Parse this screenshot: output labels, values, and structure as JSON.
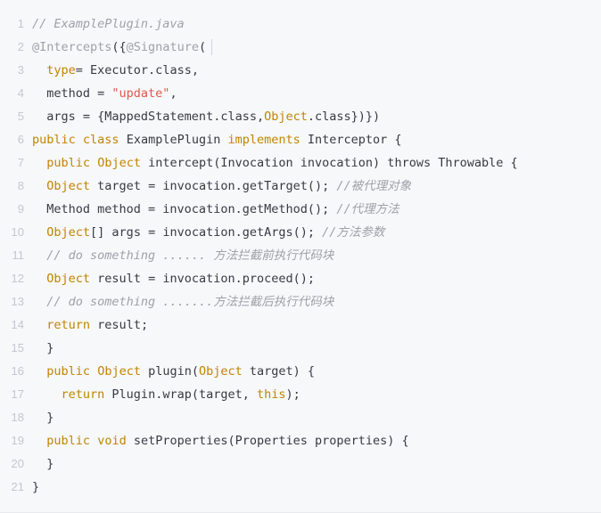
{
  "editor": {
    "language": "java",
    "colors": {
      "background": "#f6f8fa",
      "gutter": "#c4c7cc",
      "keyword": "#c18401",
      "string": "#e45649",
      "comment": "#a0a1a7",
      "plain": "#383a42"
    },
    "lines": [
      {
        "n": "1",
        "tokens": [
          {
            "t": "// ExamplePlugin.java",
            "c": "com"
          }
        ]
      },
      {
        "n": "2",
        "tokens": [
          {
            "t": "@Intercepts",
            "c": "ann"
          },
          {
            "t": "({",
            "c": "plain"
          },
          {
            "t": "@Signature",
            "c": "ann"
          },
          {
            "t": "(",
            "c": "plain"
          }
        ],
        "caret": true
      },
      {
        "n": "3",
        "tokens": [
          {
            "t": "  ",
            "c": "plain"
          },
          {
            "t": "type",
            "c": "kw"
          },
          {
            "t": "= Executor.class,",
            "c": "plain"
          }
        ]
      },
      {
        "n": "4",
        "tokens": [
          {
            "t": "  method = ",
            "c": "plain"
          },
          {
            "t": "\"update\"",
            "c": "str"
          },
          {
            "t": ",",
            "c": "plain"
          }
        ]
      },
      {
        "n": "5",
        "tokens": [
          {
            "t": "  args = {MappedStatement.class,",
            "c": "plain"
          },
          {
            "t": "Object",
            "c": "type"
          },
          {
            "t": ".class})})",
            "c": "plain"
          }
        ]
      },
      {
        "n": "6",
        "tokens": [
          {
            "t": "public",
            "c": "kw"
          },
          {
            "t": " ",
            "c": "plain"
          },
          {
            "t": "class",
            "c": "kw"
          },
          {
            "t": " ExamplePlugin ",
            "c": "plain"
          },
          {
            "t": "implements",
            "c": "kw"
          },
          {
            "t": " Interceptor {",
            "c": "plain"
          }
        ]
      },
      {
        "n": "7",
        "tokens": [
          {
            "t": "  ",
            "c": "plain"
          },
          {
            "t": "public",
            "c": "kw"
          },
          {
            "t": " ",
            "c": "plain"
          },
          {
            "t": "Object",
            "c": "type"
          },
          {
            "t": " intercept(Invocation invocation) throws Throwable {",
            "c": "plain"
          }
        ]
      },
      {
        "n": "8",
        "tokens": [
          {
            "t": "  ",
            "c": "plain"
          },
          {
            "t": "Object",
            "c": "type"
          },
          {
            "t": " target = invocation.getTarget(); ",
            "c": "plain"
          },
          {
            "t": "//被代理对象",
            "c": "com"
          }
        ]
      },
      {
        "n": "9",
        "tokens": [
          {
            "t": "  Method method = invocation.getMethod(); ",
            "c": "plain"
          },
          {
            "t": "//代理方法",
            "c": "com"
          }
        ]
      },
      {
        "n": "10",
        "tokens": [
          {
            "t": "  ",
            "c": "plain"
          },
          {
            "t": "Object",
            "c": "type"
          },
          {
            "t": "[] args = invocation.getArgs(); ",
            "c": "plain"
          },
          {
            "t": "//方法参数",
            "c": "com"
          }
        ]
      },
      {
        "n": "11",
        "tokens": [
          {
            "t": "  ",
            "c": "plain"
          },
          {
            "t": "// do something ...... 方法拦截前执行代码块",
            "c": "com"
          }
        ]
      },
      {
        "n": "12",
        "tokens": [
          {
            "t": "  ",
            "c": "plain"
          },
          {
            "t": "Object",
            "c": "type"
          },
          {
            "t": " result = invocation.proceed();",
            "c": "plain"
          }
        ]
      },
      {
        "n": "13",
        "tokens": [
          {
            "t": "  ",
            "c": "plain"
          },
          {
            "t": "// do something .......方法拦截后执行代码块",
            "c": "com"
          }
        ]
      },
      {
        "n": "14",
        "tokens": [
          {
            "t": "  ",
            "c": "plain"
          },
          {
            "t": "return",
            "c": "kw"
          },
          {
            "t": " result;",
            "c": "plain"
          }
        ]
      },
      {
        "n": "15",
        "tokens": [
          {
            "t": "  }",
            "c": "plain"
          }
        ]
      },
      {
        "n": "16",
        "tokens": [
          {
            "t": "  ",
            "c": "plain"
          },
          {
            "t": "public",
            "c": "kw"
          },
          {
            "t": " ",
            "c": "plain"
          },
          {
            "t": "Object",
            "c": "type"
          },
          {
            "t": " plugin(",
            "c": "plain"
          },
          {
            "t": "Object",
            "c": "type"
          },
          {
            "t": " target) {",
            "c": "plain"
          }
        ]
      },
      {
        "n": "17",
        "tokens": [
          {
            "t": "    ",
            "c": "plain"
          },
          {
            "t": "return",
            "c": "kw"
          },
          {
            "t": " Plugin.wrap(target, ",
            "c": "plain"
          },
          {
            "t": "this",
            "c": "kw"
          },
          {
            "t": ");",
            "c": "plain"
          }
        ]
      },
      {
        "n": "18",
        "tokens": [
          {
            "t": "  }",
            "c": "plain"
          }
        ]
      },
      {
        "n": "19",
        "tokens": [
          {
            "t": "  ",
            "c": "plain"
          },
          {
            "t": "public",
            "c": "kw"
          },
          {
            "t": " ",
            "c": "plain"
          },
          {
            "t": "void",
            "c": "kw"
          },
          {
            "t": " setProperties(Properties properties) {",
            "c": "plain"
          }
        ]
      },
      {
        "n": "20",
        "tokens": [
          {
            "t": "  }",
            "c": "plain"
          }
        ]
      },
      {
        "n": "21",
        "tokens": [
          {
            "t": "}",
            "c": "plain"
          }
        ]
      }
    ]
  }
}
